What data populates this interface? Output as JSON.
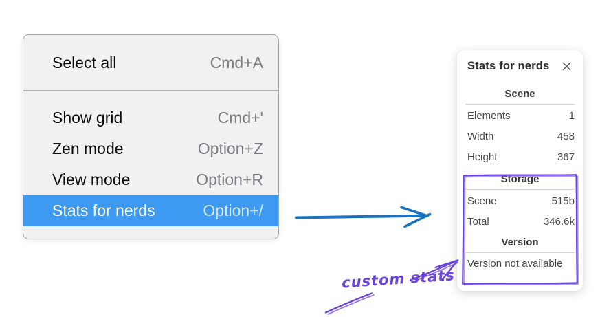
{
  "colors": {
    "menu_highlight": "#3d9af0",
    "menu_background": "#f1f1f3",
    "arrow_blue": "#1971c2",
    "annotation_purple": "#6a44dd"
  },
  "context_menu": {
    "items": [
      {
        "label": "Select all",
        "shortcut": "Cmd+A"
      },
      {
        "label": "Show grid",
        "shortcut": "Cmd+'"
      },
      {
        "label": "Zen mode",
        "shortcut": "Option+Z"
      },
      {
        "label": "View mode",
        "shortcut": "Option+R"
      },
      {
        "label": "Stats for nerds",
        "shortcut": "Option+/"
      }
    ],
    "selected_item": "Stats for nerds"
  },
  "stats_panel": {
    "title": "Stats for nerds",
    "sections": [
      {
        "heading": "Scene",
        "rows": [
          {
            "label": "Elements",
            "value": "1"
          },
          {
            "label": "Width",
            "value": "458"
          },
          {
            "label": "Height",
            "value": "367"
          }
        ]
      },
      {
        "heading": "Storage",
        "rows": [
          {
            "label": "Scene",
            "value": "515b"
          },
          {
            "label": "Total",
            "value": "346.6k"
          }
        ]
      },
      {
        "heading": "Version",
        "note": "Version not available"
      }
    ]
  },
  "annotation": {
    "label": "custom stats"
  }
}
